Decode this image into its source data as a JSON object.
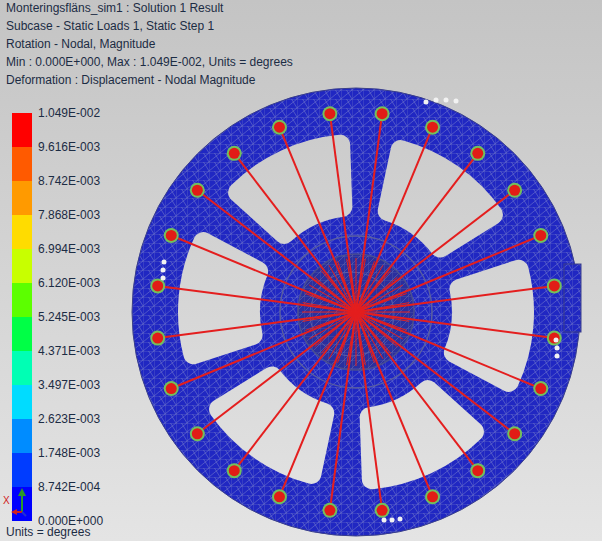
{
  "diagram": {
    "title": "Monteringsfläns_sim1 : Solution 1 Result",
    "labels": [
      "Subcase - Static Loads 1, Static Step 1",
      "Rotation - Nodal, Magnitude",
      "Min : 0.000E+000, Max : 1.049E-002, Units = degrees",
      "Deformation : Displacement - Nodal Magnitude",
      "1.049E-002",
      "9.616E-003",
      "8.742E-003",
      "7.868E-003",
      "6.994E-003",
      "6.120E-003",
      "5.245E-003",
      "4.371E-003",
      "3.497E-003",
      "2.623E-003",
      "1.748E-003",
      "8.742E-004",
      "0.000E+000",
      "Units = degrees",
      "X"
    ]
  }
}
